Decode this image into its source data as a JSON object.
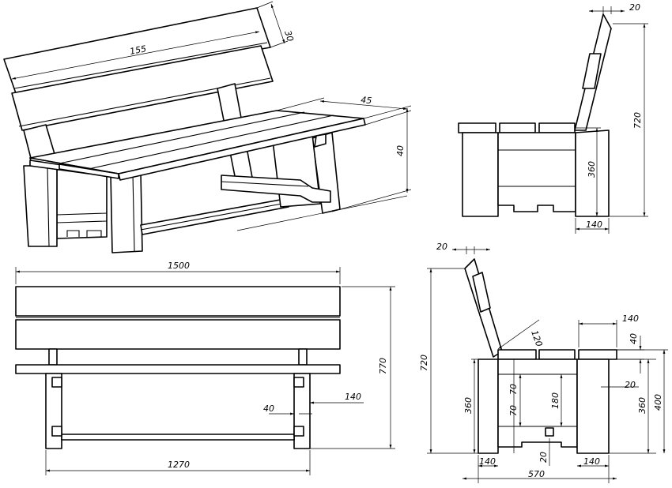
{
  "colors": {
    "line": "#000000",
    "background": "#ffffff"
  },
  "iso": {
    "d155": "155",
    "d30": "30",
    "d45": "45",
    "d40": "40"
  },
  "side_top": {
    "d20": "20",
    "d720": "720",
    "d360": "360",
    "d140": "140"
  },
  "front": {
    "d1500": "1500",
    "d770": "770",
    "d140": "140",
    "d40": "40",
    "d1270": "1270"
  },
  "side_bottom": {
    "d20_top": "20",
    "d720": "720",
    "d120": "120",
    "d140_top": "140",
    "d40": "40",
    "d20_mid": "20",
    "d70_a": "70",
    "d70_b": "70",
    "d180": "180",
    "d360_left": "360",
    "d360_right": "360",
    "d400": "400",
    "d20_bot": "20",
    "d140_left": "140",
    "d140_right": "140",
    "d570": "570"
  }
}
